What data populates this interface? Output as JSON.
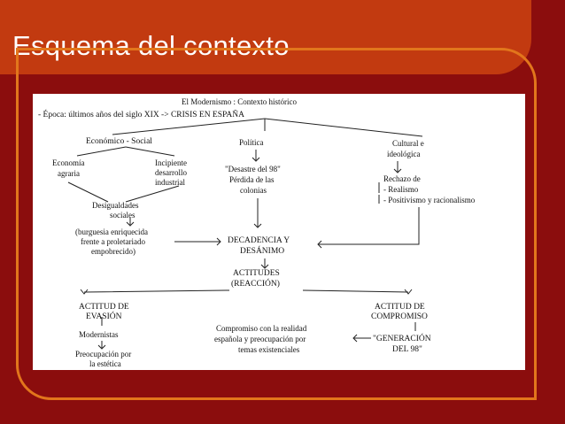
{
  "slide": {
    "title": "Esquema del contexto"
  },
  "diagram": {
    "header_title": "El Modernismo : Contexto histórico",
    "header_subtitle": "- Época: últimos años del siglo XIX -> CRISIS EN ESPAÑA",
    "economico": "Económico - Social",
    "economia_1": "Economía",
    "economia_2": "agraria",
    "incipiente_1": "Incipiente",
    "incipiente_2": "desarrollo",
    "incipiente_3": "industrial",
    "desigualdades_1": "Desigualdades",
    "desigualdades_2": "sociales",
    "burguesia_1": "(burguesia enriquecida",
    "burguesia_2": "frente a proletariado",
    "burguesia_3": "empobrecido)",
    "politica": "Política",
    "desastre_1": "\"Desastre del 98\"",
    "desastre_2": "Pérdida de las",
    "desastre_3": "colonias",
    "cultural_1": "Cultural e",
    "cultural_2": "ideológica",
    "rechazo": "Rechazo de",
    "realismo": "- Realismo",
    "positivismo": "- Positivismo y racionalismo",
    "decadencia_1": "DECADENCIA Y",
    "decadencia_2": "DESÁNIMO",
    "actitudes_1": "ACTITUDES",
    "actitudes_2": "(REACCIÓN)",
    "evasion_1": "ACTITUD DE",
    "evasion_2": "EVASIÓN",
    "modernistas": "Modernistas",
    "preocupacion_1": "Preocupación por",
    "preocupacion_2": "la estética",
    "compromiso_1": "ACTITUD DE",
    "compromiso_2": "COMPROMISO",
    "generacion_1": "\"GENERACIÓN",
    "generacion_2": "DEL 98\"",
    "compromiso_real_1": "Compromiso con la realidad",
    "compromiso_real_2": "española y preocupación por",
    "compromiso_real_3": "temas existenciales"
  }
}
